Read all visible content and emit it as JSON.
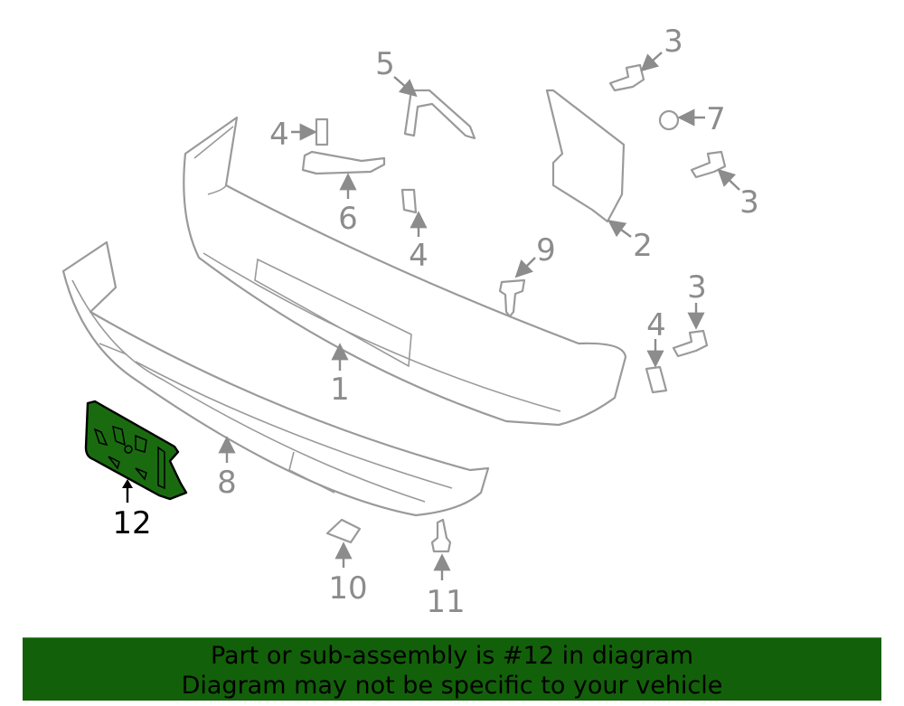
{
  "diagram": {
    "highlight_color": "#1a6b10",
    "callouts": {
      "c1": "1",
      "c2": "2",
      "c3a": "3",
      "c3b": "3",
      "c3c": "3",
      "c4a": "4",
      "c4b": "4",
      "c4c": "4",
      "c5": "5",
      "c6": "6",
      "c7": "7",
      "c8": "8",
      "c9": "9",
      "c10": "10",
      "c11": "11",
      "c12": "12"
    }
  },
  "banner": {
    "line1": "Part or sub-assembly is #12 in diagram",
    "line2": "Diagram may not be specific to your vehicle",
    "background": "#13600a"
  }
}
